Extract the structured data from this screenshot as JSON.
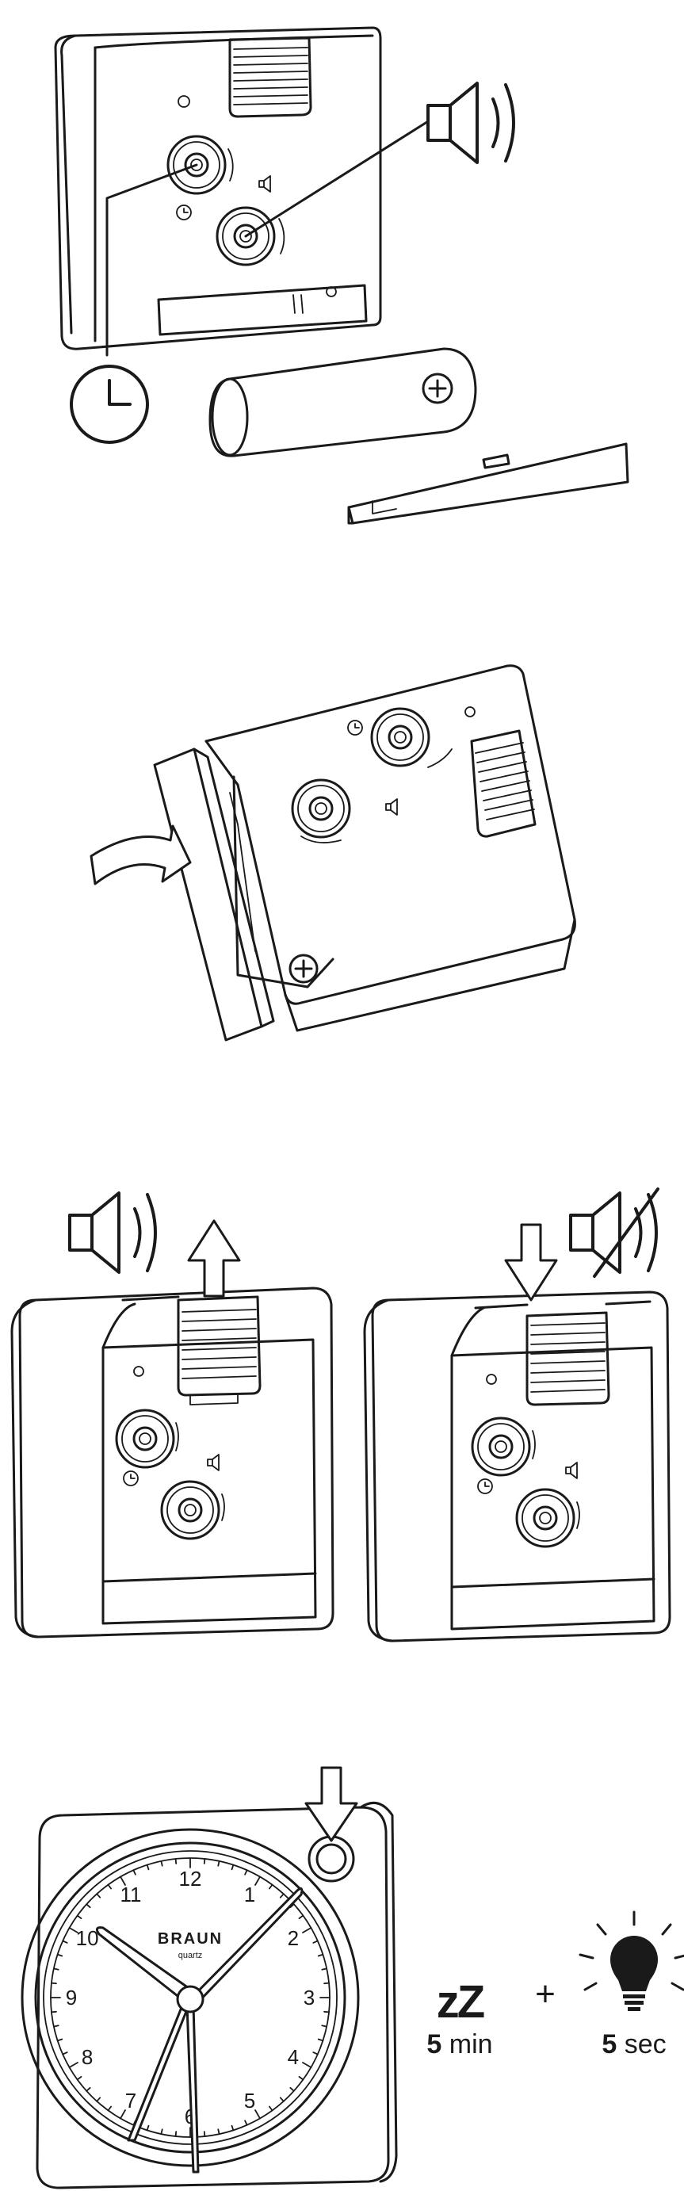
{
  "panel_4": {
    "brand": "BRAUN",
    "brand_sub": "quartz",
    "dial_numbers": [
      "12",
      "1",
      "2",
      "3",
      "4",
      "5",
      "6",
      "7",
      "8",
      "9",
      "10",
      "11"
    ],
    "snooze": {
      "symbol": "zZ",
      "value": "5",
      "unit": "min"
    },
    "plus": "+",
    "light": {
      "value": "5",
      "unit": "sec"
    }
  }
}
